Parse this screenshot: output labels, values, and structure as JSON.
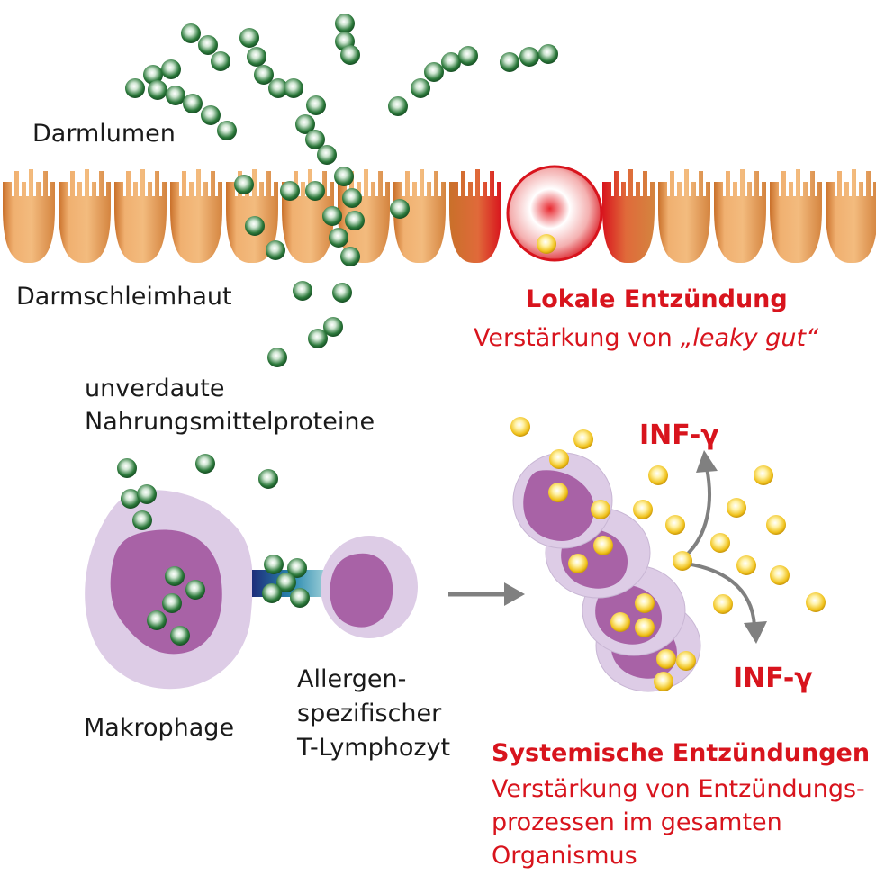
{
  "labels": {
    "lumen": "Darmlumen",
    "mucosa": "Darmschleimhaut",
    "proteins_line1": "unverdaute",
    "proteins_line2": "Nahrungsmittelproteine",
    "macrophage": "Makrophage",
    "tcell_line1": "Allergen-",
    "tcell_line2": "spezifischer",
    "tcell_line3": "T-Lymphozyt"
  },
  "local": {
    "title": "Lokale Entzündung",
    "subtitle_prefix": "Verstärkung von ",
    "subtitle_em": "„leaky gut“"
  },
  "systemic": {
    "title": "Systemische Entzündungen",
    "line1": "Verstärkung von Entzündungs-",
    "line2": "prozessen im gesamten",
    "line3": "Organismus"
  },
  "cytokine": {
    "top": "INF-γ",
    "bottom": "INF-γ"
  },
  "colors": {
    "villi": "#e8a060",
    "inflammation": "#d8141d",
    "protein": "#2d7a3c",
    "cell_outer": "#ddcce6",
    "cell_nucleus": "#a862a6",
    "cytokine": "#f0c21c",
    "arrow": "#808080"
  }
}
